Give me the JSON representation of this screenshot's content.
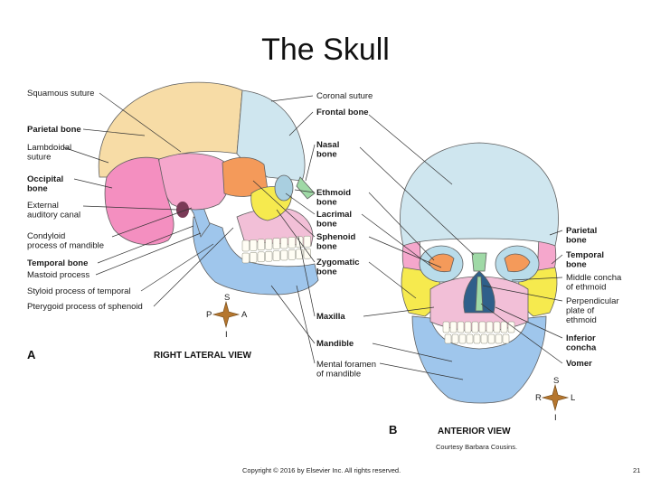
{
  "slide": {
    "title": "The Skull",
    "courtesy": "Courtesy Barbara Cousins.",
    "copyright": "Copyright © 2016 by Elsevier Inc. All rights reserved.",
    "page_number": "21"
  },
  "panel_a": {
    "letter": "A",
    "view": "RIGHT LATERAL VIEW",
    "compass": {
      "s": "S",
      "p": "P",
      "a": "A",
      "i": "I"
    },
    "left_labels": [
      [
        "Squamous suture"
      ],
      [
        "Parietal bone"
      ],
      [
        "Lambdoidal",
        "suture"
      ],
      [
        "Occipital",
        "bone"
      ],
      [
        "External",
        "auditory canal"
      ],
      [
        "Condyloid",
        "process of mandible"
      ],
      [
        "Temporal bone"
      ],
      [
        "Mastoid process"
      ],
      [
        "Styloid process of temporal"
      ],
      [
        "Pterygoid process of sphenoid"
      ]
    ],
    "right_labels": [
      [
        "Coronal suture"
      ],
      [
        "Frontal bone"
      ],
      [
        "Nasal",
        "bone"
      ],
      [
        "Ethmoid",
        "bone"
      ],
      [
        "Lacrimal",
        "bone"
      ],
      [
        "Sphenoid",
        "bone"
      ],
      [
        "Zygomatic",
        "bone"
      ],
      [
        "Maxilla"
      ],
      [
        "Mandible"
      ],
      [
        "Mental foramen",
        "of mandible"
      ]
    ]
  },
  "panel_b": {
    "letter": "B",
    "view": "ANTERIOR VIEW",
    "compass": {
      "s": "S",
      "r": "R",
      "l": "L",
      "i": "I"
    },
    "right_labels": [
      [
        "Parietal",
        "bone"
      ],
      [
        "Temporal",
        "bone"
      ],
      [
        "Middle concha",
        "of ethmoid"
      ],
      [
        "Perpendicular",
        "plate of",
        "ethmoid"
      ],
      [
        "Inferior",
        "concha"
      ],
      [
        "Vomer"
      ]
    ]
  },
  "colors": {
    "frontal": "#cfe6ef",
    "parietal": "#f7dca6",
    "occipital": "#f48fc0",
    "temporal": "#f5a7cc",
    "sphenoid": "#f49a5a",
    "zygomatic": "#f6ea4e",
    "maxilla": "#f2bfd7",
    "mandible": "#9fc6ec",
    "nasal": "#9fd9a6",
    "teeth": "#fffdf4",
    "outline": "#5f5f5f"
  }
}
